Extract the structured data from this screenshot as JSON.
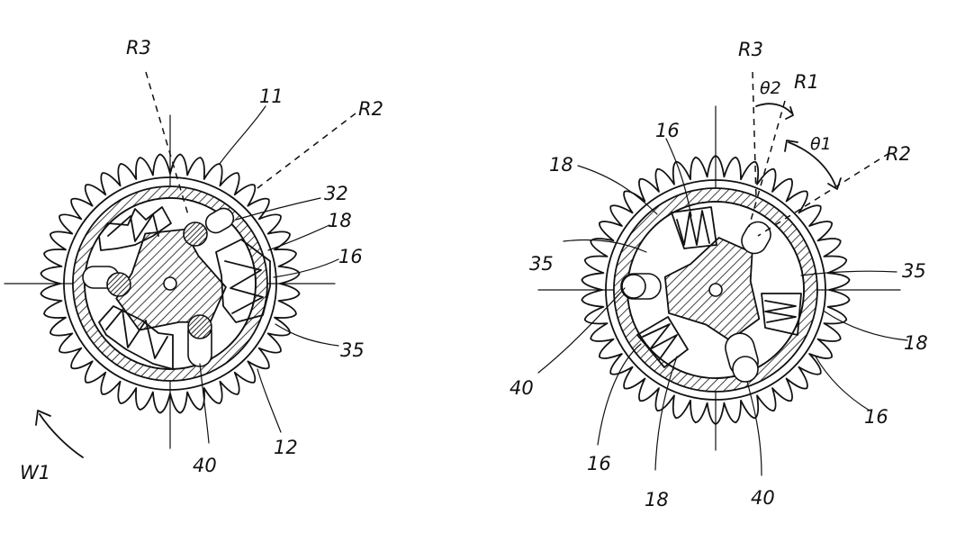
{
  "figure_left": {
    "labels": {
      "r3": "R3",
      "r2": "R2",
      "n11": "11",
      "n32": "32",
      "n18": "18",
      "n16": "16",
      "n35": "35",
      "n12": "12",
      "n40": "40",
      "w1": "W1"
    }
  },
  "figure_right": {
    "labels": {
      "r3": "R3",
      "r1": "R1",
      "theta2": "θ2",
      "theta1": "θ1",
      "r2": "R2",
      "n16_top": "16",
      "n18_top": "18",
      "n35_left": "35",
      "n35_right": "35",
      "n18_right": "18",
      "n40_left": "40",
      "n16_right": "16",
      "n16_bottom": "16",
      "n18_bottom": "18",
      "n40_bottom": "40"
    }
  },
  "colors": {
    "ink": "#111111",
    "paper": "#ffffff"
  }
}
